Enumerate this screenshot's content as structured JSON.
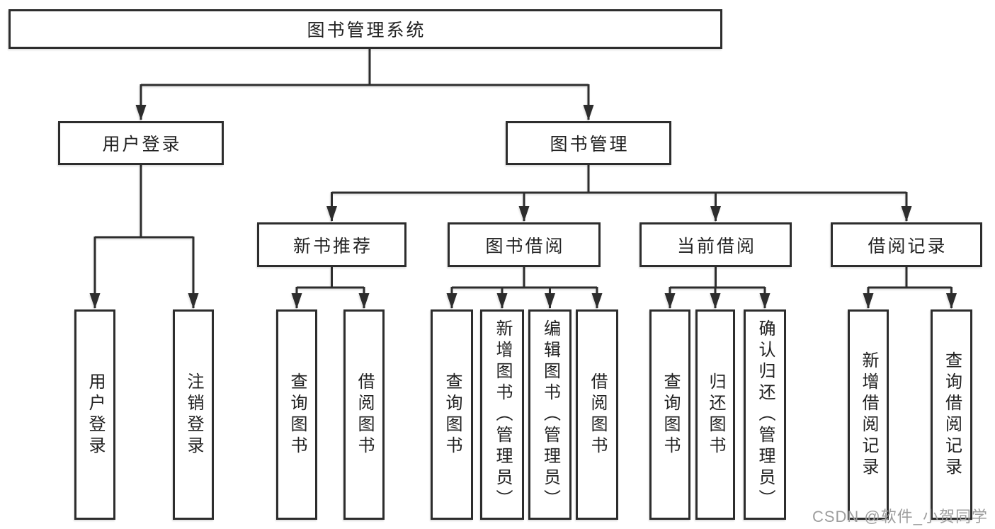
{
  "colors": {
    "line": "#2d2d2d",
    "text": "#222222",
    "background": "#ffffff",
    "watermark": "#9e9e9e"
  },
  "diagram": {
    "root": "图书管理系统",
    "branches": {
      "user_login": "用户登录",
      "book_management": "图书管理"
    },
    "modules": {
      "new_book_recommend": "新书推荐",
      "book_borrowing": "图书借阅",
      "current_borrowing": "当前借阅",
      "borrowing_records": "借阅记录"
    },
    "leaves": {
      "user_login": [
        "用户登录",
        "注销登录"
      ],
      "new_book_recommend": [
        "查询图书",
        "借阅图书"
      ],
      "book_borrowing": [
        "查询图书",
        "新增图书（管理员）",
        "编辑图书（管理员）",
        "借阅图书"
      ],
      "current_borrowing": [
        "查询图书",
        "归还图书",
        "确认归还（管理员）"
      ],
      "borrowing_records": [
        "新增借阅记录",
        "查询借阅记录"
      ]
    }
  },
  "watermark": {
    "text": "CSDN @软件_小贺同学"
  }
}
